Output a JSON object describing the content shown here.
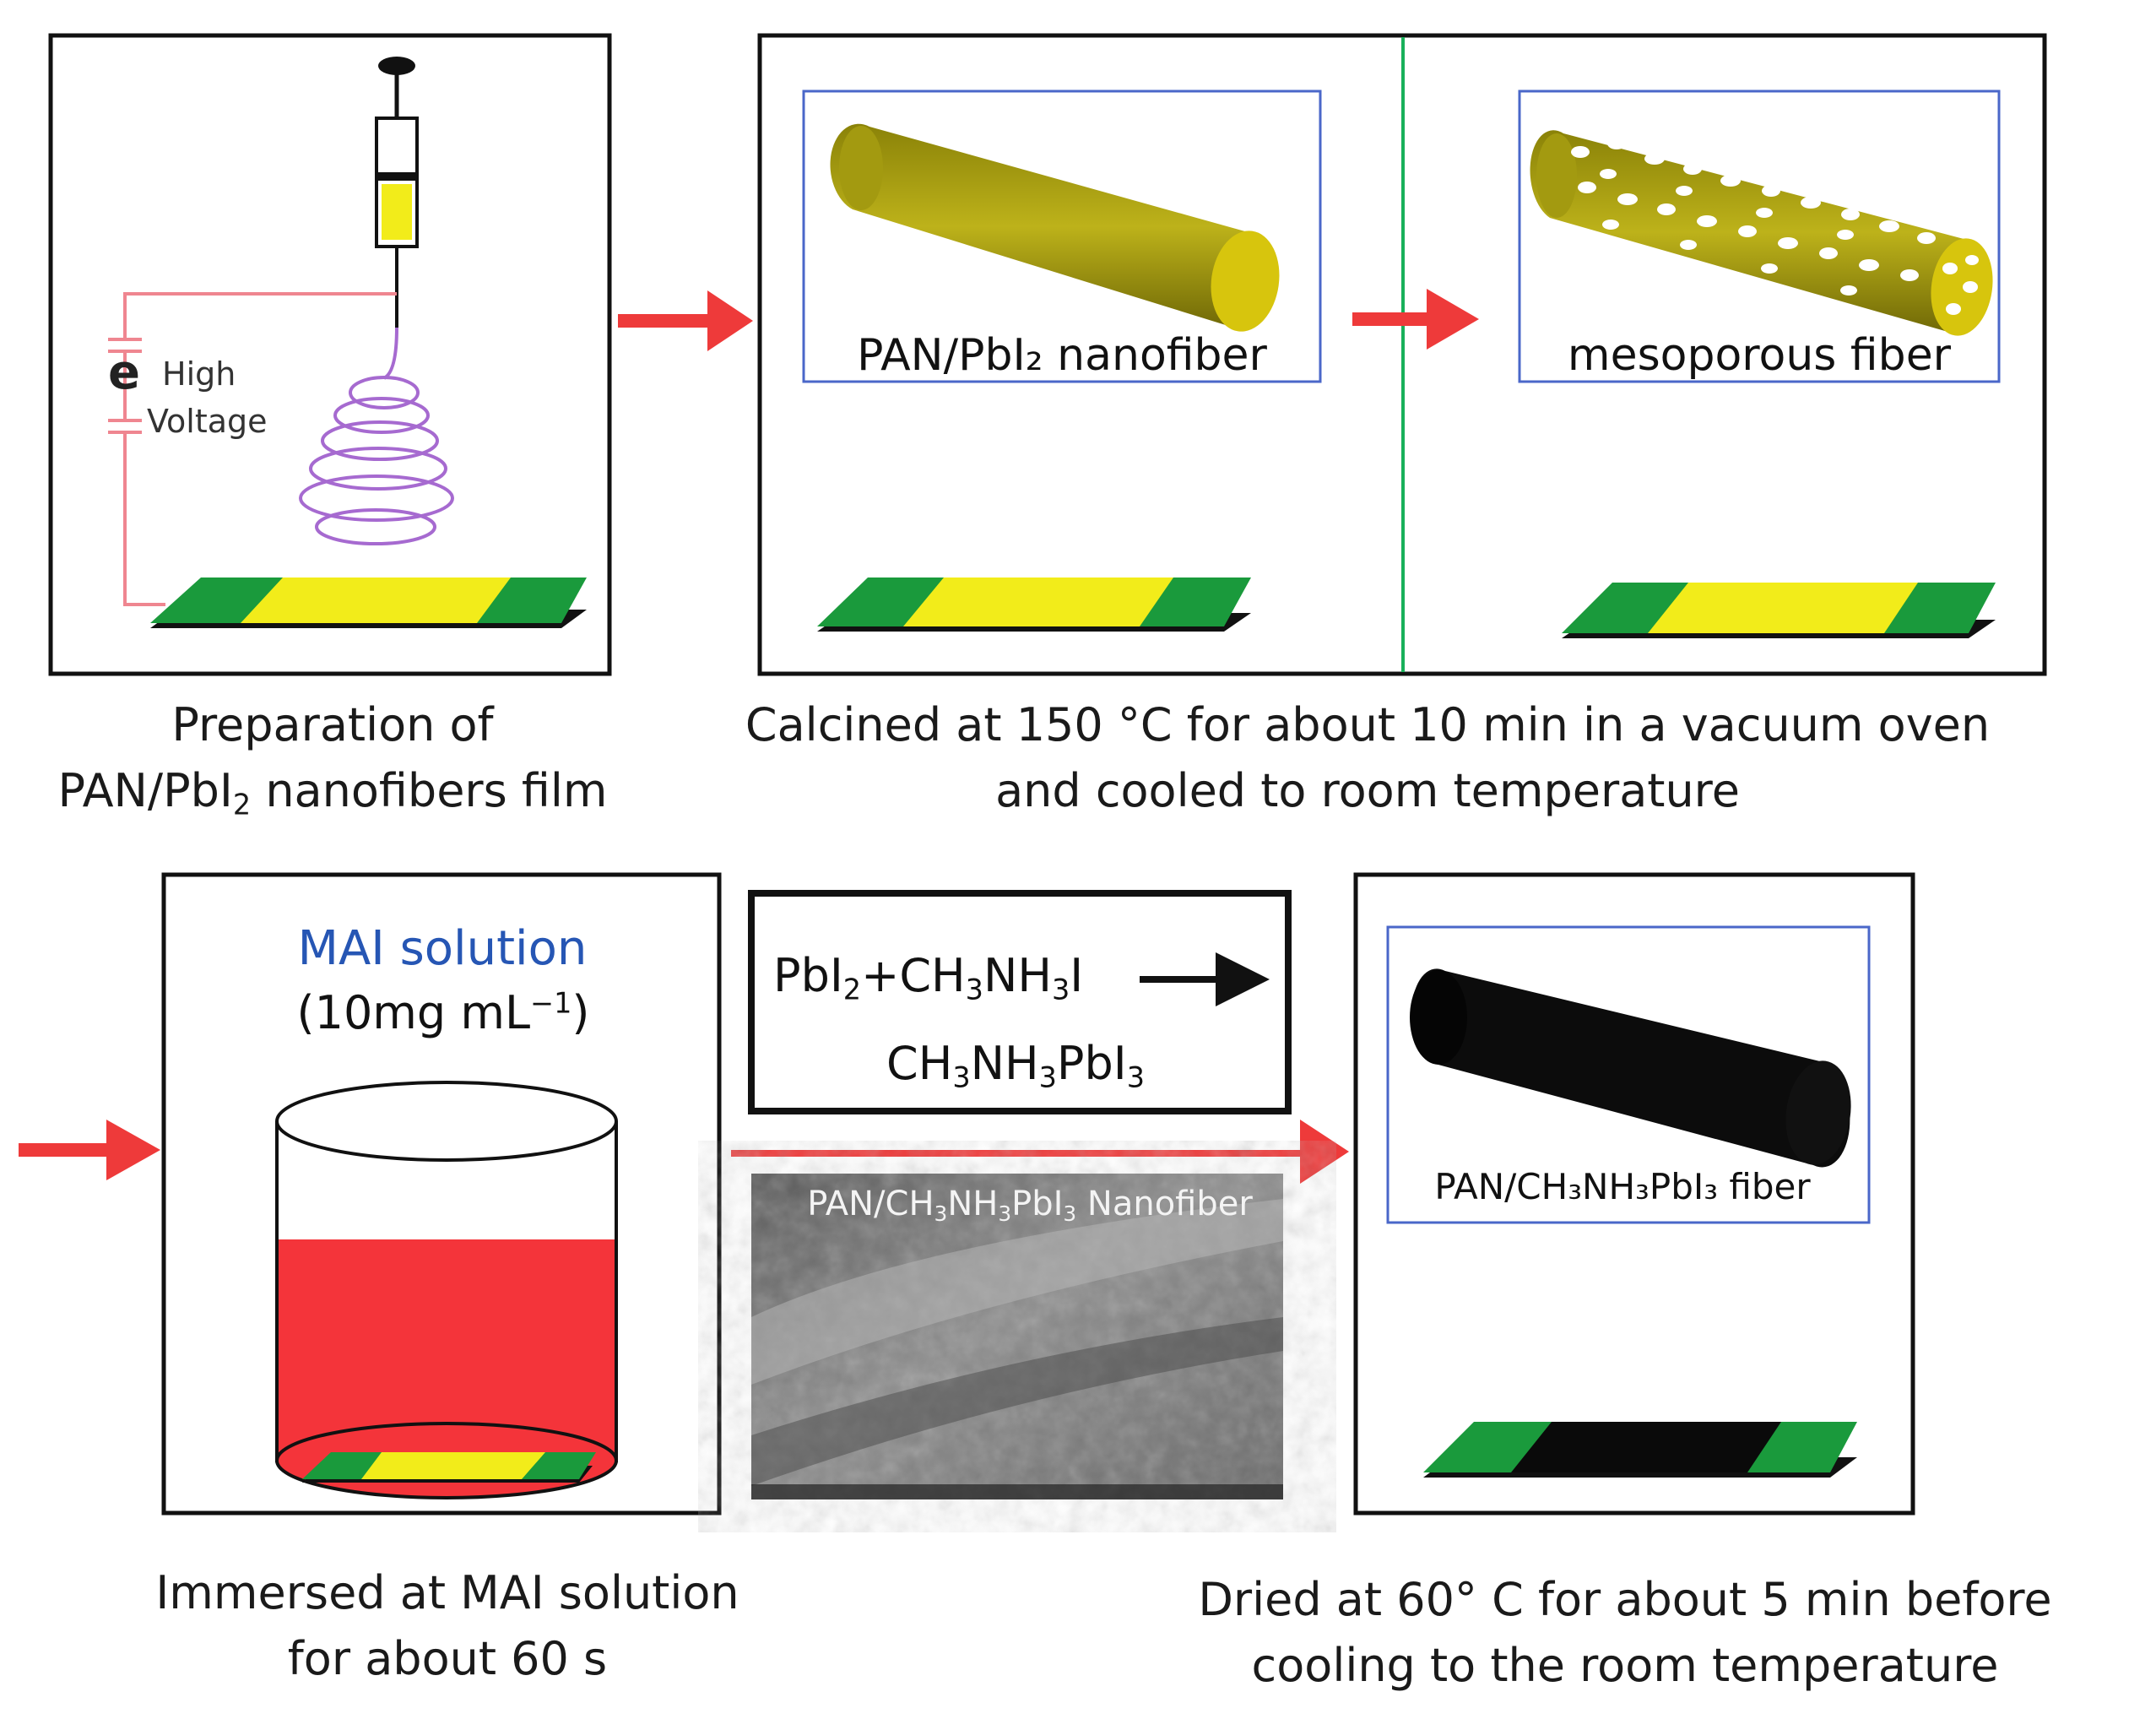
{
  "panel1": {
    "label_e": "e",
    "label_high": "High",
    "label_voltage": "Voltage",
    "caption_line1": "Preparation of",
    "caption_line2_a": "PAN/PbI",
    "caption_line2_sub": "2",
    "caption_line2_b": " nanofibers film"
  },
  "panel2": {
    "fiber1_label": "PAN/PbI₂ nanofiber",
    "fiber2_label": "mesoporous fiber",
    "caption_line1": "Calcined at 150 °C for about 10 min  in a vacuum oven",
    "caption_line2": "and cooled to room temperature"
  },
  "panel3": {
    "title": "MAI solution",
    "conc_a": "(10mg mL",
    "conc_sup": "−1",
    "conc_b": ")",
    "caption_line1": "Immersed at MAI  solution",
    "caption_line2": "for about 60 s"
  },
  "reaction": {
    "r1": "PbI",
    "r1_sub": "2",
    "plus": "+CH",
    "r2_sub1": "3",
    "r2_mid": "NH",
    "r2_sub2": "3",
    "r2_end": "I",
    "p1": "CH",
    "p_sub1": "3",
    "p_mid": "NH",
    "p_sub2": "3",
    "p_end": "PbI",
    "p_sub3": "3"
  },
  "sem": {
    "label_a": "PAN/CH",
    "label_sub1": "3",
    "label_b": "NH",
    "label_sub2": "3",
    "label_c": "PbI",
    "label_sub3": "3",
    "label_d": " Nanofiber"
  },
  "panel4": {
    "fiber_label": "PAN/CH₃NH₃PbI₃ fiber",
    "caption_line1": "Dried at 60° C for about 5 min before",
    "caption_line2": "cooling to the room temperature"
  },
  "colors": {
    "arrow": "#ee3a3a",
    "substrate_green": "#1a9a3c",
    "substrate_yellow": "#f2ec1a",
    "fiber_olive": "#a39a10",
    "solution_red": "#f4343a",
    "blue_frame": "#4a67c9",
    "divider_green": "#19b05a",
    "mai_blue": "#2656b4",
    "coil_purple": "#a66ad0",
    "wire_pink": "#ef8690"
  }
}
